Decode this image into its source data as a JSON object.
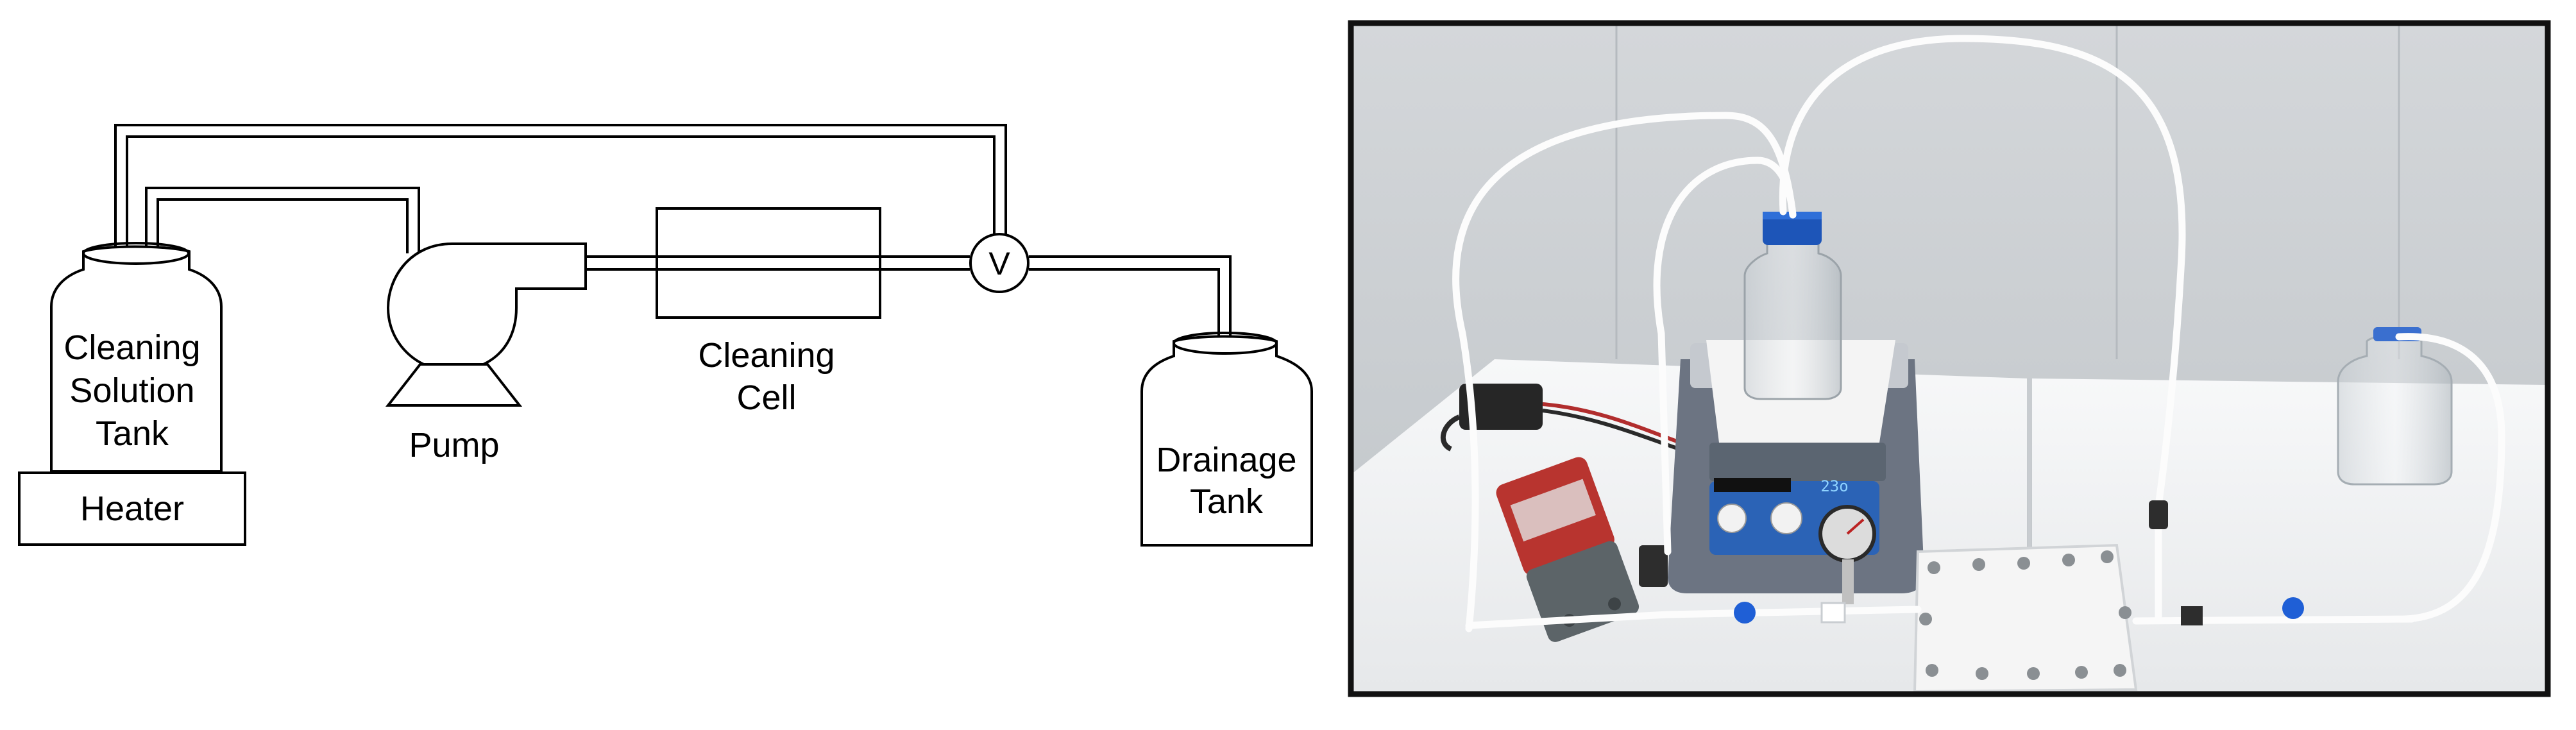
{
  "schematic": {
    "tank_label": [
      "Cleaning",
      "Solution",
      "Tank"
    ],
    "heater_label": "Heater",
    "pump_label": "Pump",
    "cell_label": [
      "Cleaning",
      "Cell"
    ],
    "valve_label": "V",
    "drain_label": [
      "Drainage",
      "Tank"
    ]
  },
  "photo": {
    "hotplate_display": "23o",
    "colors": {
      "wall": "#c9cdd1",
      "table": "#f2f3f5",
      "tubing": "#fcfcfc",
      "bottle_cap": "#1d55b8",
      "hotplate_base": "#6a7380",
      "pump_body": "#5c6468",
      "pump_label": "#b8342f",
      "cell_plate": "#f5f5f5",
      "valve_blue": "#1f5fd6",
      "frame": "#111111"
    }
  }
}
